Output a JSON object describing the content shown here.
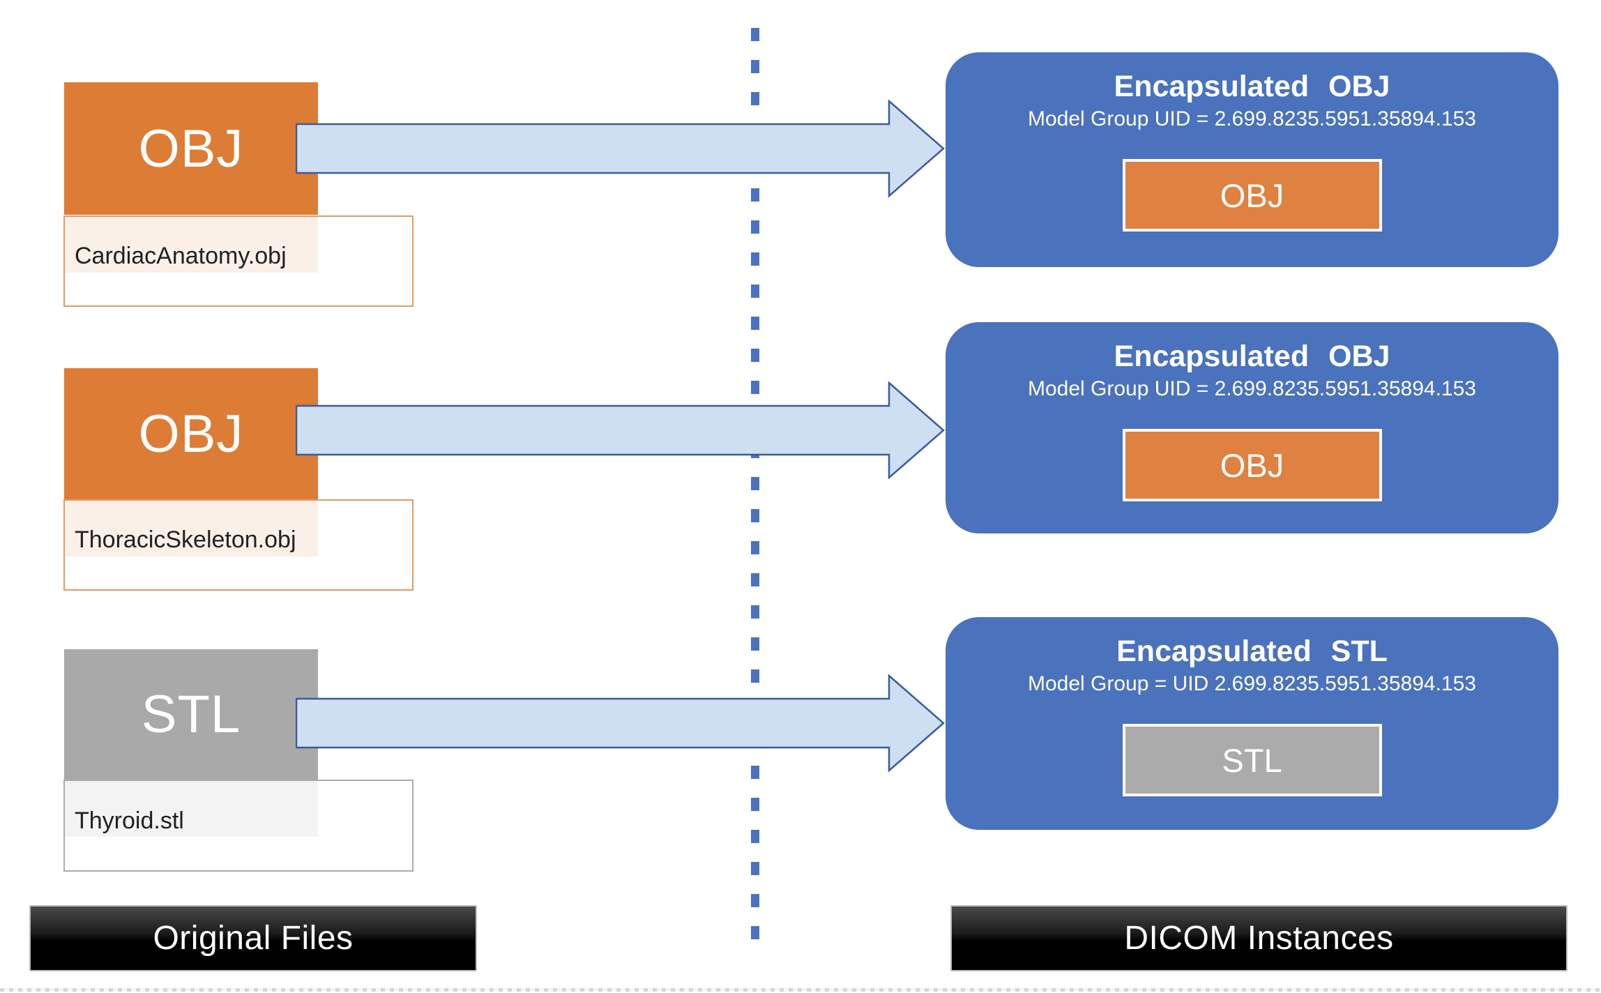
{
  "original_files": {
    "section_label": "Original Files",
    "items": [
      {
        "type_label": "OBJ",
        "filename": "CardiacAnatomy.obj",
        "color": "orange"
      },
      {
        "type_label": "OBJ",
        "filename": "ThoracicSkeleton.obj",
        "color": "orange"
      },
      {
        "type_label": "STL",
        "filename": "Thyroid.stl",
        "color": "gray"
      }
    ]
  },
  "dicom_instances": {
    "section_label": "DICOM Instances",
    "items": [
      {
        "title": "Encapsulated OBJ",
        "uid_line": "Model Group UID = 2.699.8235.5951.35894.153",
        "badge_label": "OBJ",
        "color": "orange"
      },
      {
        "title": "Encapsulated OBJ",
        "uid_line": "Model Group UID = 2.699.8235.5951.35894.153",
        "badge_label": "OBJ",
        "color": "orange"
      },
      {
        "title": "Encapsulated STL",
        "uid_line": "Model Group = UID 2.699.8235.5951.35894.153",
        "badge_label": "STL",
        "color": "gray"
      }
    ]
  },
  "colors": {
    "file_orange": "#DD7C35",
    "file_gray": "#A9A9A9",
    "dicom_card_blue": "#4A72BD",
    "inner_badge_orange": "#DF8140",
    "inner_badge_gray": "#ABABAB",
    "arrow_fill": "#CEDFF2",
    "arrow_stroke": "#3A5B9C",
    "divider_dash_blue": "#4A72C0",
    "section_bar_black": "#000000",
    "section_bar_text": "#FFFFFF"
  }
}
